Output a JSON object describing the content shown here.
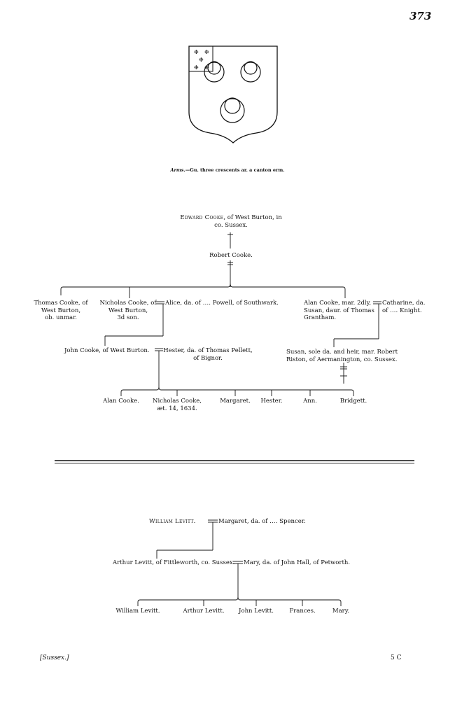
{
  "page_number": "373",
  "arms": {
    "label": "Arms.",
    "text": "—Gu. three crescents ar. a canton erm."
  },
  "cooke": {
    "edward": {
      "name": "Edward Cooke",
      "rest": ", of West Burton, in",
      "line2": "co. Sussex."
    },
    "robert": "Robert Cooke.",
    "thomas": [
      "Thomas Cooke, of",
      "West Burton,",
      "ob. unmar."
    ],
    "nicholas": [
      "Nicholas Cooke, of",
      "West Burton,",
      "3d son."
    ],
    "alice": "Alice, da. of ‥‥ Powell, of Southwark.",
    "alan": [
      "Alan Cooke, mar. 2dly,",
      "Susan, daur. of Thomas",
      "Grantham."
    ],
    "catharine": [
      "Catharine, da.",
      "of ‥‥ Knight."
    ],
    "john": "John Cooke, of West Burton.",
    "hester": [
      "Hester, da. of Thomas Pellett,",
      "of Bignor."
    ],
    "susan": [
      "Susan, sole da. and heir, mar. Robert",
      "Riston, of Aermanington, co. Sussex."
    ],
    "children": [
      {
        "name": "Alan Cooke."
      },
      {
        "name": "Nicholas Cooke,",
        "note": "æt. 14, 1634."
      },
      {
        "name": "Margaret."
      },
      {
        "name": "Hester."
      },
      {
        "name": "Ann."
      },
      {
        "name": "Bridgett."
      }
    ]
  },
  "levitt": {
    "william": {
      "name": "William Levitt.",
      "spouse": "Margaret, da. of ‥‥ Spencer."
    },
    "arthur": {
      "name": "Arthur Levitt, of Fittleworth, co. Sussex.",
      "spouse": "Mary, da. of John Hall, of Petworth."
    },
    "children": [
      "William Levitt.",
      "Arthur Levitt.",
      "John Levitt.",
      "Frances.",
      "Mary."
    ]
  },
  "footer": {
    "left": "[Sussex.]",
    "right": "5 C"
  }
}
